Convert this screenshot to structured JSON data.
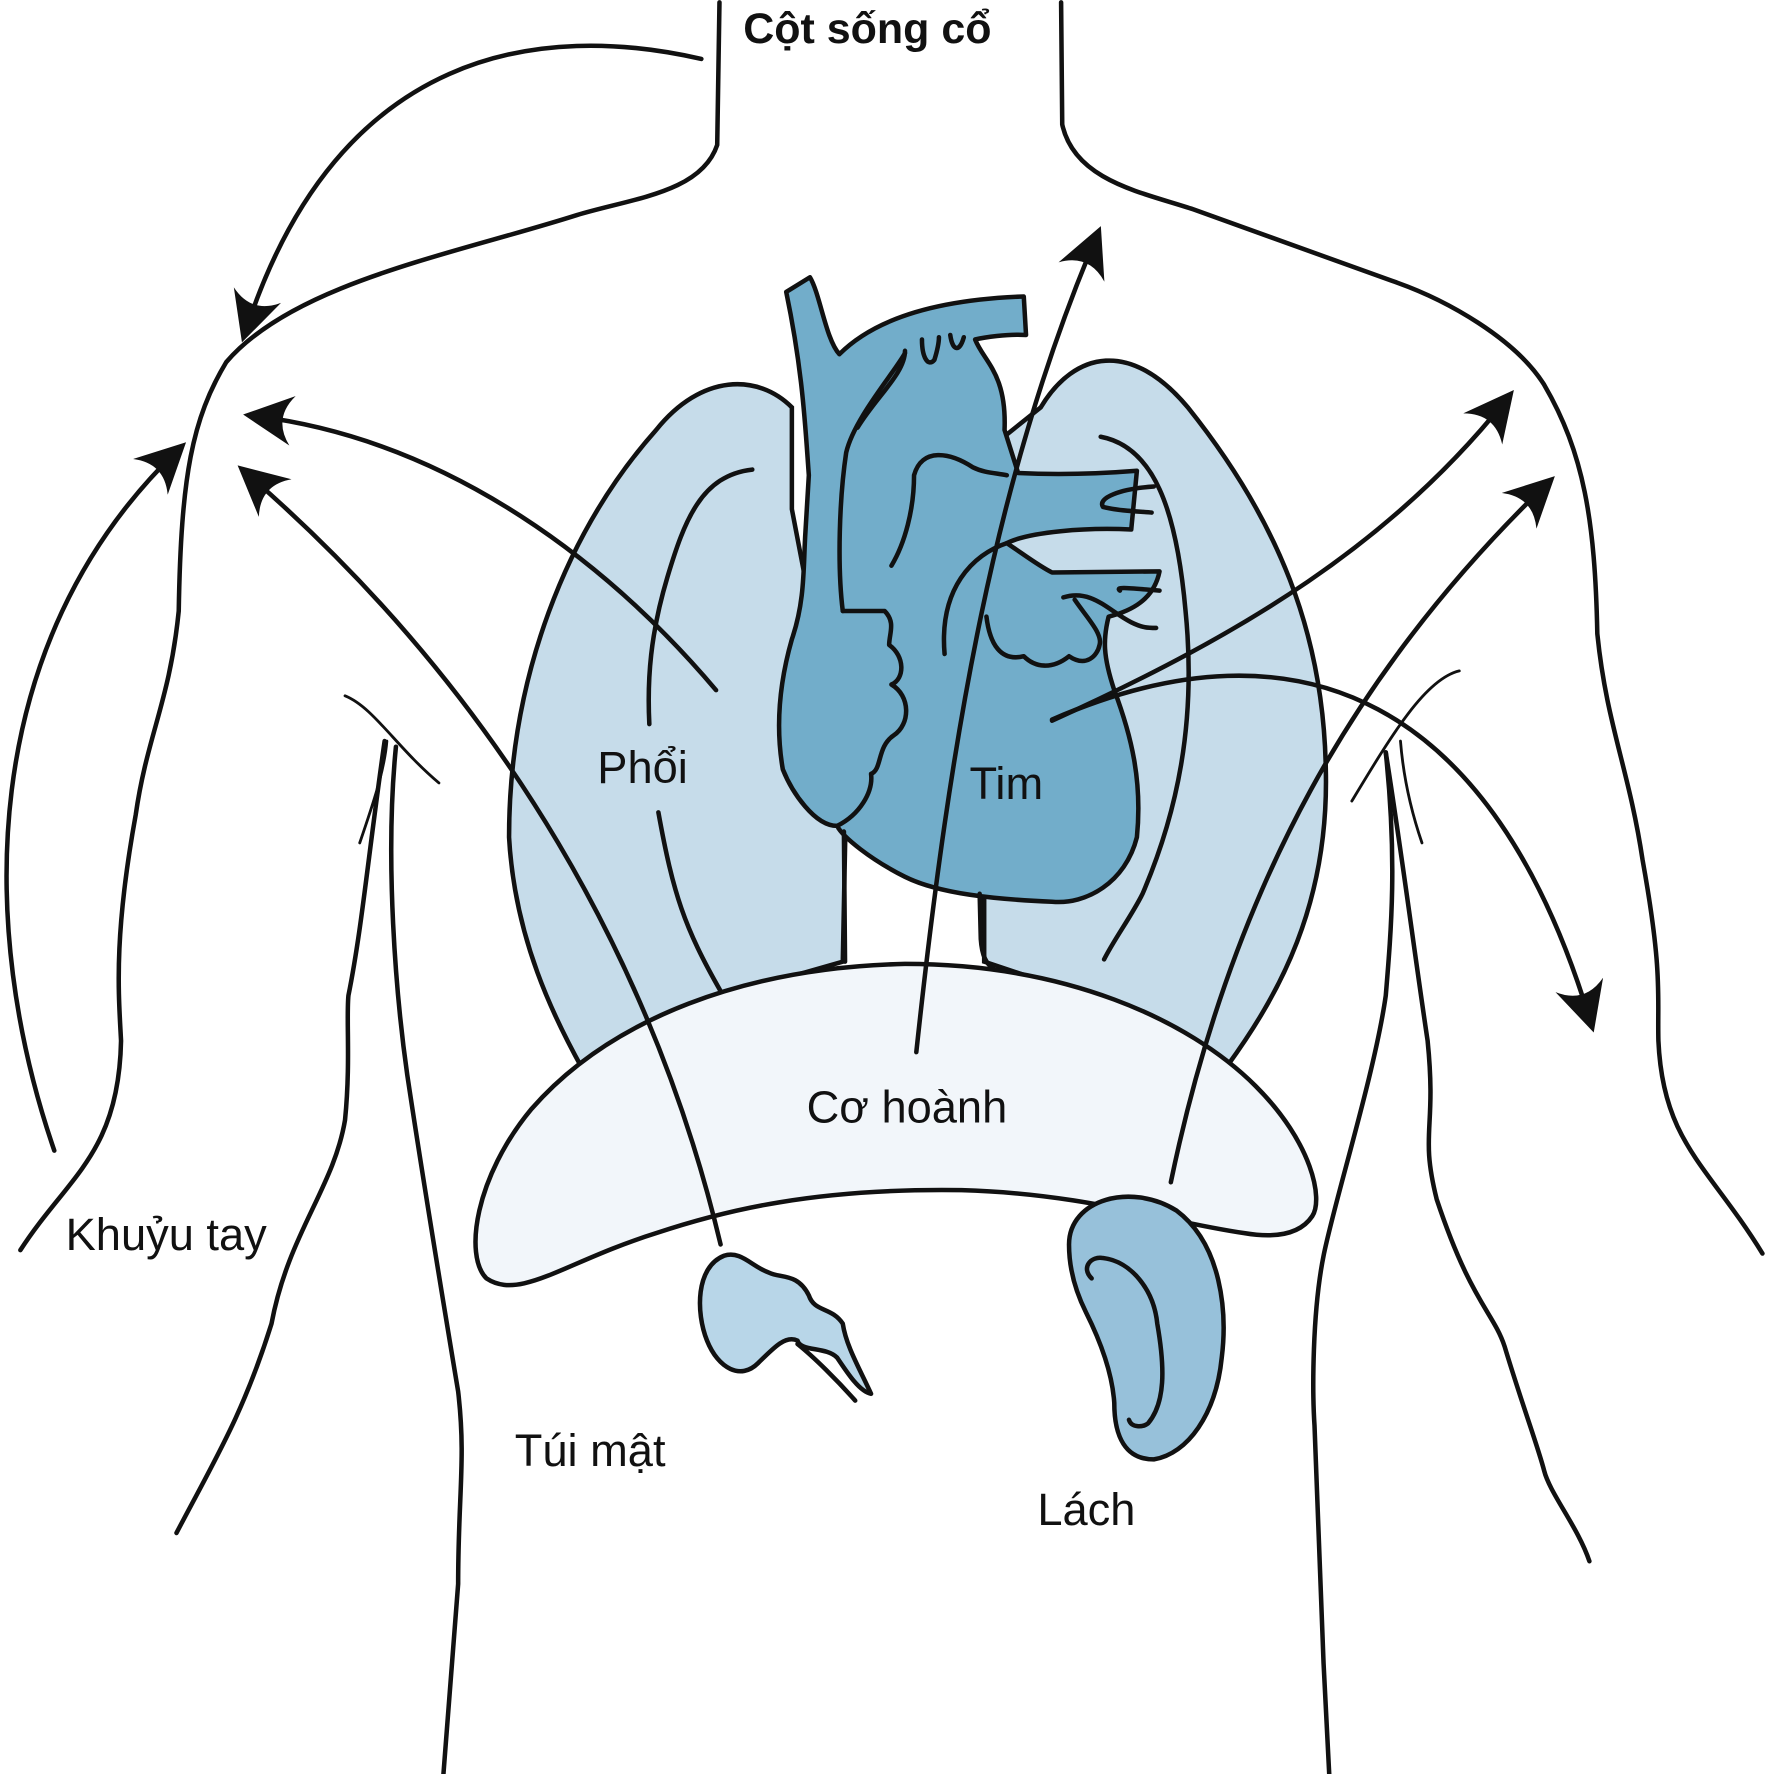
{
  "labels": {
    "cervical_spine": "Cột sống cổ",
    "lungs": "Phổi",
    "heart": "Tim",
    "diaphragm": "Cơ hoành",
    "elbow": "Khuỷu tay",
    "gallbladder": "Túi mật",
    "spleen": "Lách"
  },
  "colors": {
    "lung": "#c6dcea",
    "heart": "#72adca",
    "diaphragm": "#f2f6fa",
    "gallbladder": "#b8d6e8",
    "spleen": "#97c1da",
    "outline": "#111111"
  }
}
